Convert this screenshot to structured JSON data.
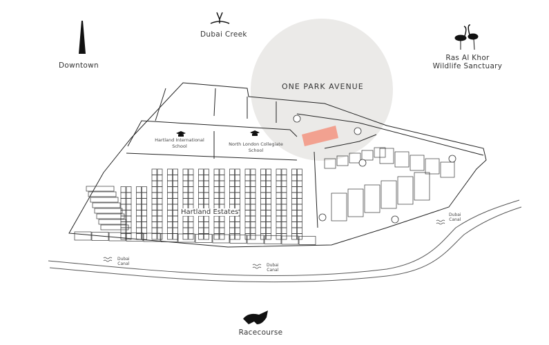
{
  "landmarks": {
    "downtown": "Downtown",
    "dubai_creek": "Dubai Creek",
    "ras_al_khor_line1": "Ras Al Khor",
    "ras_al_khor_line2": "Wildlife Sanctuary",
    "racecourse": "Racecourse"
  },
  "project": {
    "name": "ONE PARK AVENUE",
    "highlight_color": "#f2a190",
    "circle_color": "#ebeae8"
  },
  "schools": [
    {
      "line1": "Hartland International",
      "line2": "School",
      "icon": "graduation-cap-icon"
    },
    {
      "line1": "North London Collegiate",
      "line2": "School",
      "icon": "graduation-cap-icon"
    }
  ],
  "community": "Hartland Estates",
  "canal_labels": [
    {
      "line1": "Dubai",
      "line2": "Canal"
    },
    {
      "line1": "Dubai",
      "line2": "Canal"
    },
    {
      "line1": "Dubai",
      "line2": "Canal"
    }
  ]
}
